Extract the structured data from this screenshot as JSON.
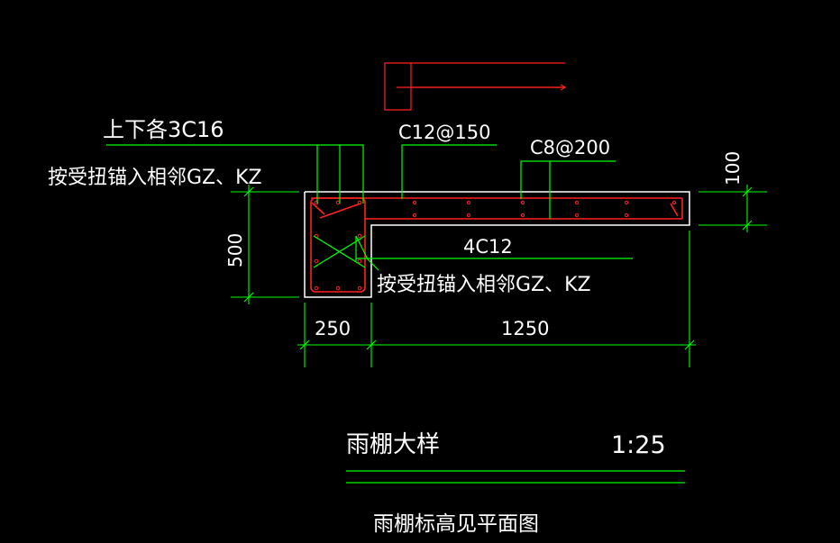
{
  "drawing": {
    "labels": {
      "top_bottom_bars": "上下各3C16",
      "anchor_note_top": "按受扭锚入相邻GZ、KZ",
      "stirrup_slab": "C12@150",
      "distribution_bar": "C8@200",
      "beam_side_bars": "4C12",
      "anchor_note_mid": "按受扭锚入相邻GZ、KZ"
    },
    "dimensions": {
      "beam_height": "500",
      "slab_thickness": "100",
      "beam_width": "250",
      "cantilever_length": "1250"
    },
    "title_block": {
      "title": "雨棚大样",
      "scale": "1:25",
      "note": "雨棚标高见平面图"
    },
    "colors": {
      "background": "#000000",
      "concrete_outline": "#ffffff",
      "rebar": "#ff2020",
      "leader": "#00ff00",
      "text": "#ffffff"
    }
  }
}
